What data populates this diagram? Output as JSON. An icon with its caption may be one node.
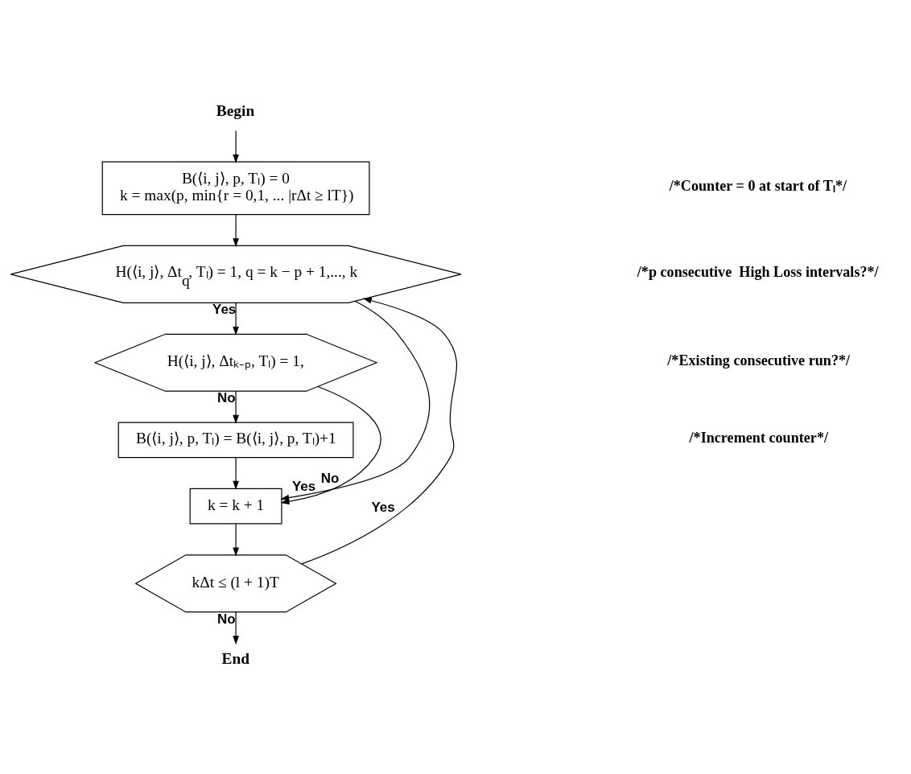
{
  "diagram": {
    "nodes": [
      {
        "text": [
          "Begin"
        ]
      },
      {
        "text": [
          "B(⟨i, j⟩, p, Tₗ) = 0",
          "k = max(p, min{r = 0,1, ... |rΔt ≥ lT})"
        ]
      },
      {
        "text": [
          "H(⟨i, j⟩, Δt$_{q}$, Tₗ) = 1, q = k − p + 1,..., k"
        ]
      },
      {
        "text": [
          "H(⟨i, j⟩, Δtₖ₋ₚ, Tₗ) = 1,"
        ]
      },
      {
        "text": [
          "B(⟨i, j⟩, p, Tₗ) = B(⟨i, j⟩, p, Tₗ)+1"
        ]
      },
      {
        "text": [
          "k = k + 1"
        ]
      },
      {
        "text": [
          "kΔt ≤ (l + 1)T"
        ]
      },
      {
        "text": [
          "End"
        ]
      }
    ],
    "edges": [
      {
        "from": 0,
        "to": 1,
        "arrow": "to"
      },
      {
        "from": 1,
        "to": 2,
        "arrow": "to"
      },
      {
        "from": 2,
        "to": 3,
        "arrow": "to",
        "label": "Yes"
      },
      {
        "from": 2,
        "to": 5,
        "arrow": "to",
        "label": "No"
      },
      {
        "from": 3,
        "to": 5,
        "arrow": "to",
        "label": "Yes"
      },
      {
        "from": 3,
        "to": 4,
        "arrow": "to",
        "label": "No"
      },
      {
        "from": 4,
        "to": 5,
        "arrow": "to"
      },
      {
        "from": 5,
        "to": 6,
        "arrow": "to"
      },
      {
        "from": 6,
        "to": 7,
        "arrow": "to",
        "label": "No"
      },
      {
        "from": 6,
        "to": 2,
        "arrow": "to",
        "label": "Yes"
      }
    ],
    "labels": [
      "/*Counter = 0 at start of Tₗ*/",
      "/*p consecutive  High Loss intervals?*/",
      "/*Existing consecutive run?*/",
      "/*Increment counter*/"
    ]
  }
}
